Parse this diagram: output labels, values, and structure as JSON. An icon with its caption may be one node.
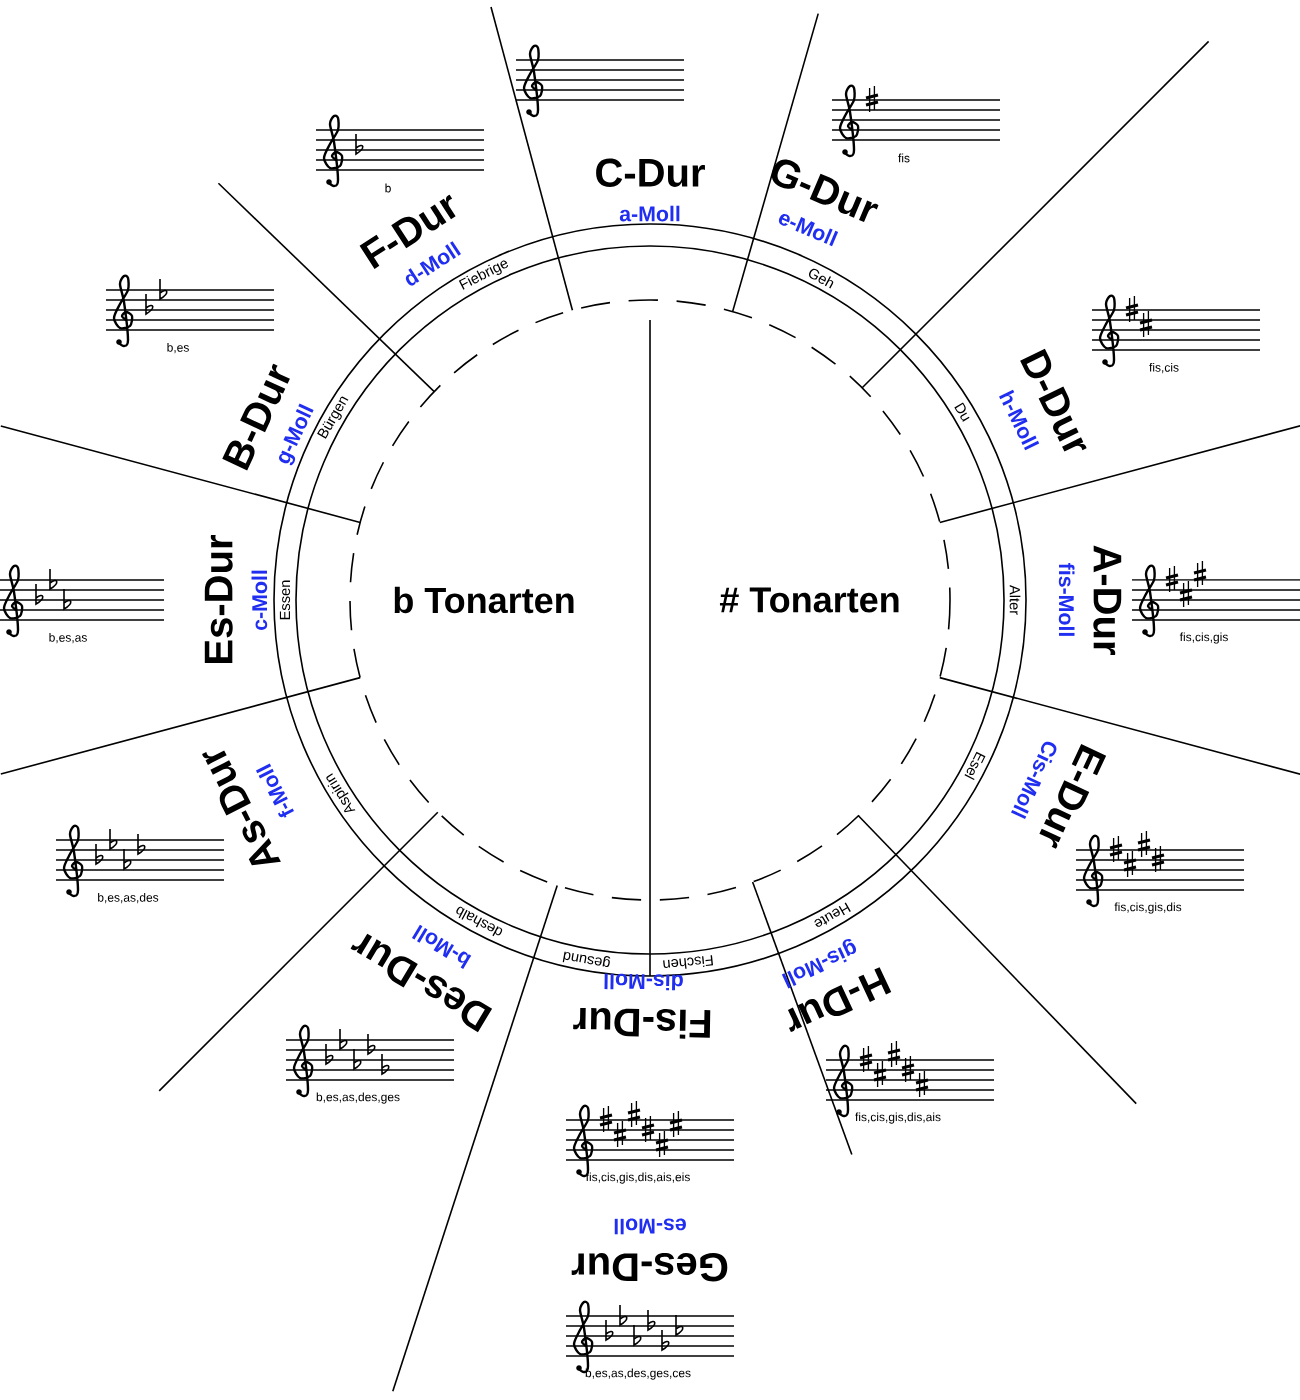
{
  "diagram": {
    "nodes": [
      {
        "text": [
          "b Tonarten"
        ]
      },
      {
        "text": [
          "# Tonarten"
        ]
      },
      {
        "text": [
          "C-Dur",
          "a-Moll"
        ]
      },
      {
        "text": [
          "G-Dur",
          "e-Moll"
        ]
      },
      {
        "text": [
          "D-Dur",
          "h-Moll"
        ]
      },
      {
        "text": [
          "A-Dur",
          "fis-Moll"
        ]
      },
      {
        "text": [
          "E-Dur",
          "Cis-Moll"
        ]
      },
      {
        "text": [
          "H-Dur",
          "gis-Moll"
        ]
      },
      {
        "text": [
          "Fis-Dur",
          "dis-Moll"
        ]
      },
      {
        "text": [
          "Ges-Dur",
          "es-Moll"
        ]
      },
      {
        "text": [
          "Des-Dur",
          "b-Moll"
        ]
      },
      {
        "text": [
          "As-Dur",
          "f-Moll"
        ]
      },
      {
        "text": [
          "Es-Dur",
          "c-Moll"
        ]
      },
      {
        "text": [
          "B-Dur",
          "g-Moll"
        ]
      },
      {
        "text": [
          "F-Dur",
          "d-Moll"
        ]
      }
    ],
    "labels": [
      "Geh",
      "fis",
      "Du",
      "fis,cis",
      "Alter",
      "fis,cis,gis",
      "Esel",
      "fis,cis,gis,dis",
      "Heute",
      "fis,cis,gis,dis,ais",
      "Fischen",
      "fis,cis,gis,dis,ais,eis",
      "gesund",
      "b,es,as,des,ges,ces",
      "deshalb",
      "b,es,as,des,ges",
      "Aspirin",
      "b,es,as,des",
      "Essen",
      "b,es,as",
      "Bürgen",
      "b,es",
      "Fiebrige",
      "b"
    ]
  }
}
